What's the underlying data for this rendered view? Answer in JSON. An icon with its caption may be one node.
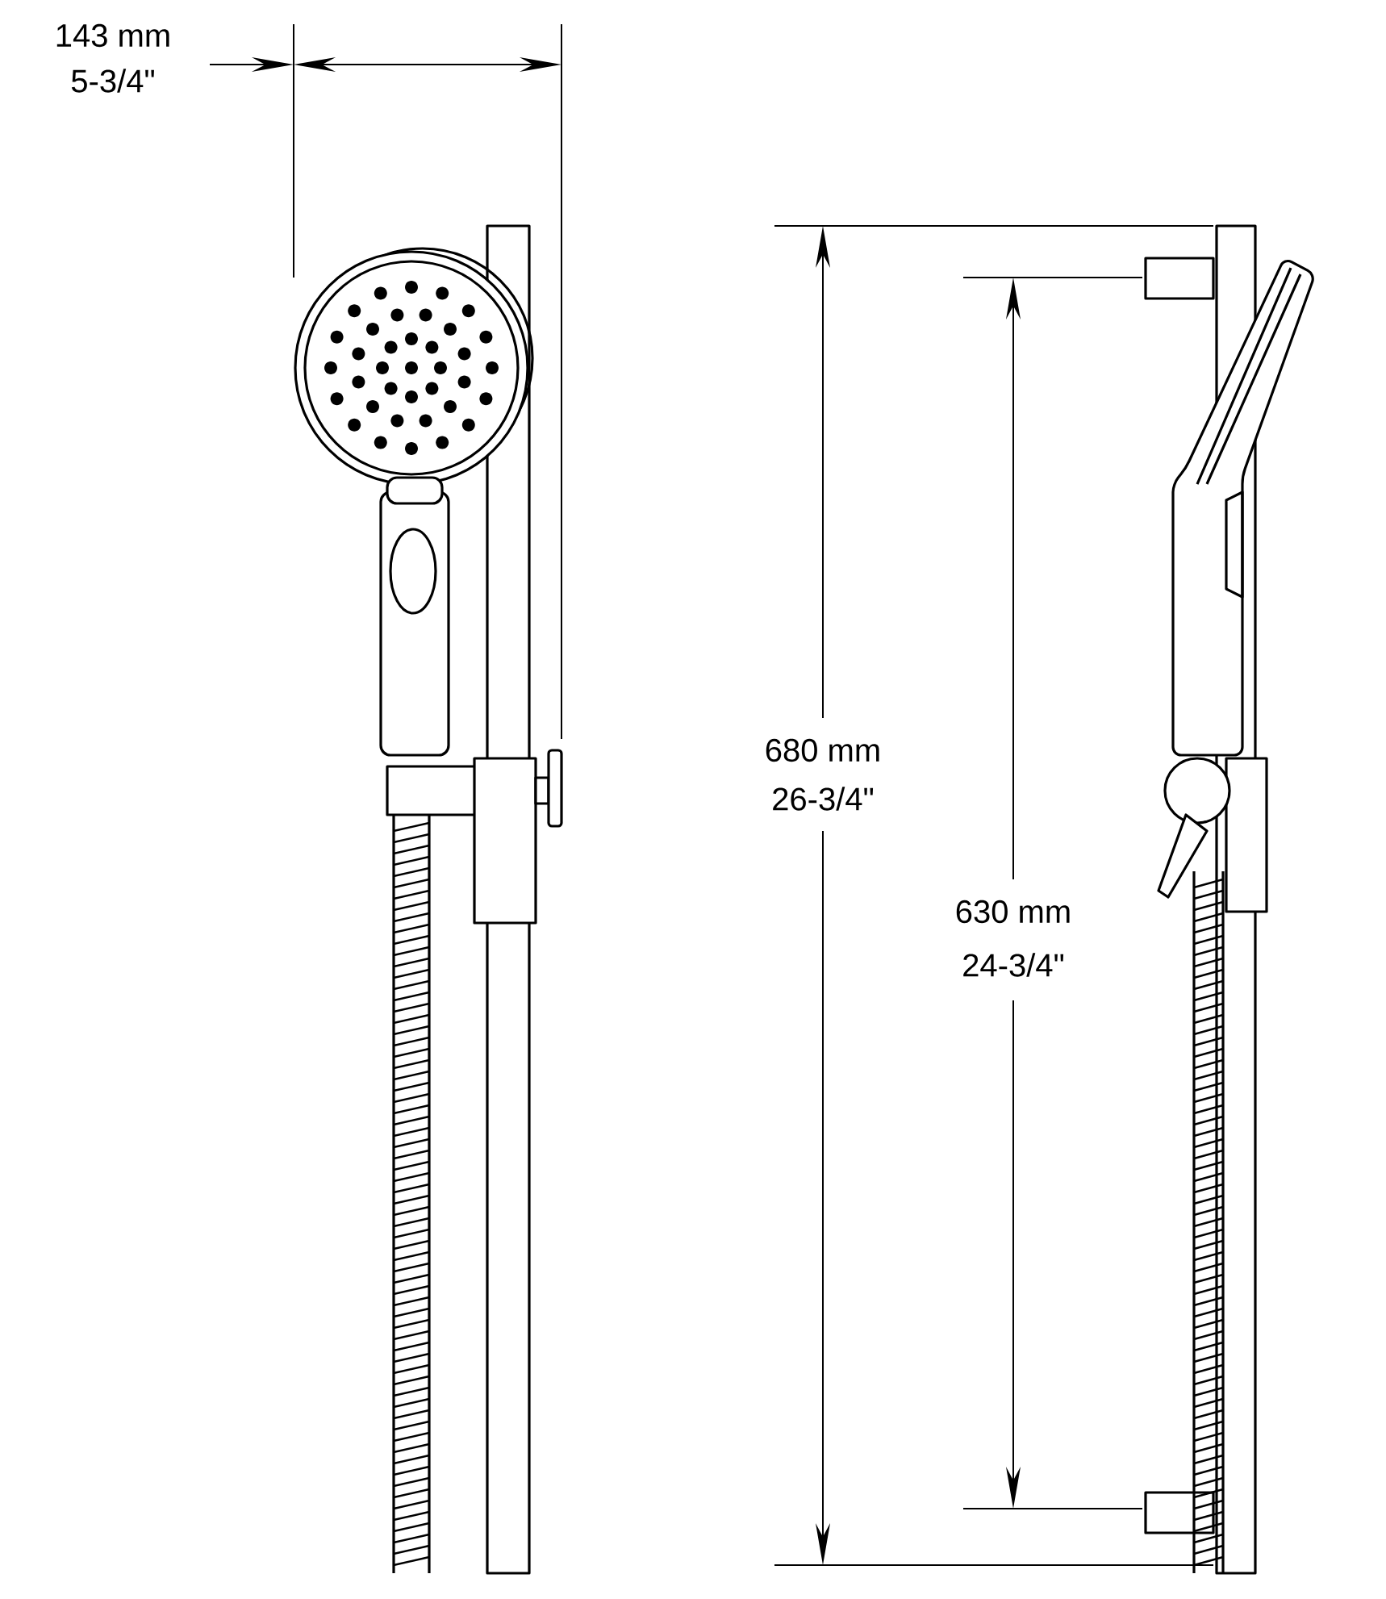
{
  "diagram": {
    "labels": [
      "143 mm",
      "5-3/4\"",
      "680 mm",
      "26-3/4\"",
      "630 mm",
      "24-3/4\""
    ]
  }
}
